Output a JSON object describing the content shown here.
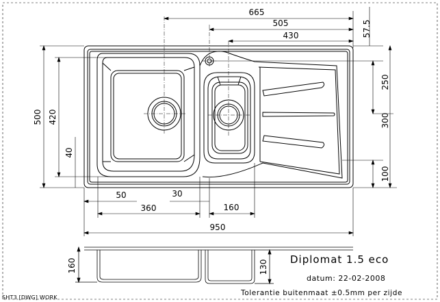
{
  "drawing": {
    "product_name": "Diplomat 1.5 eco",
    "date_label": "datum: 22-02-2008",
    "tolerance_note": "Tolerantie buitenmaat ±0.5mm per zijde",
    "sheet_tag": "SHT3 [DWG] WORK"
  },
  "dimensions": {
    "top": [
      "665",
      "505",
      "430"
    ],
    "top_right": "57.5",
    "left": [
      "500",
      "420",
      "40"
    ],
    "right": [
      "250",
      "300",
      "100"
    ],
    "bottom_row1": [
      "50",
      "30"
    ],
    "bottom_row2": [
      "360",
      "160"
    ],
    "overall": "950",
    "side_left": "160",
    "side_right": "130"
  },
  "colors": {
    "line": "#000000",
    "background": "#ffffff"
  }
}
